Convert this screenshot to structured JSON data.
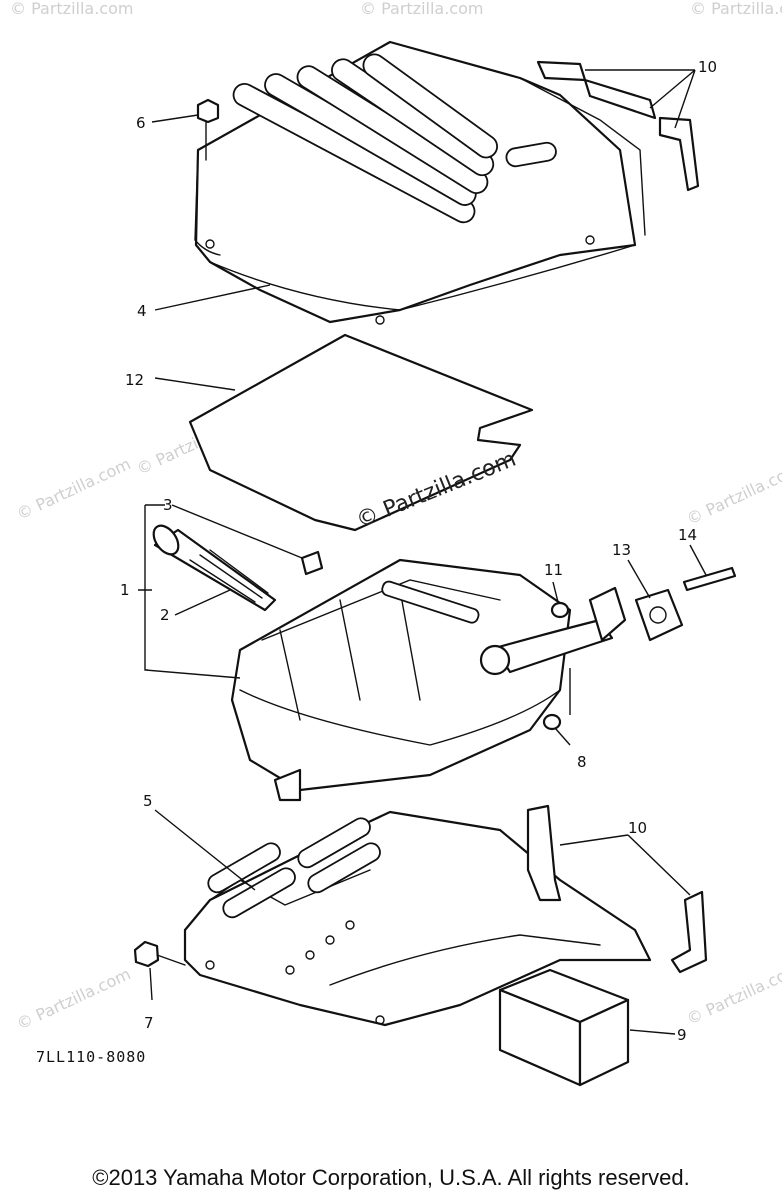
{
  "callouts": {
    "c1": "1",
    "c2": "2",
    "c3": "3",
    "c4": "4",
    "c5": "5",
    "c6": "6",
    "c7": "7",
    "c8": "8",
    "c9": "9",
    "c10a": "10",
    "c10b": "10",
    "c11": "11",
    "c12": "12",
    "c13": "13",
    "c14": "14"
  },
  "watermark": {
    "main": "© Partzilla.com",
    "faint": "© Partzilla.com"
  },
  "diagram_code": "7LL110-8080",
  "copyright": "©2013  Yamaha Motor Corporation, U.S.A. All rights reserved."
}
